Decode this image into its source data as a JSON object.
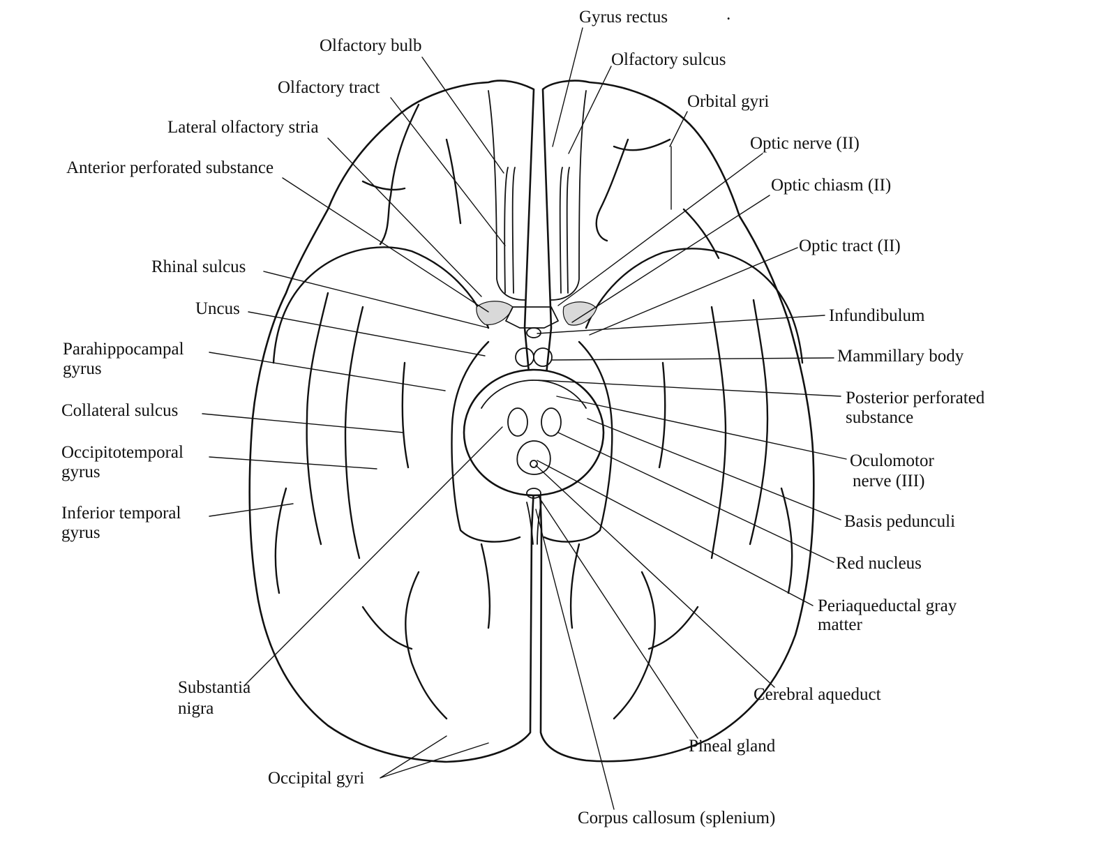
{
  "figure": {
    "stray_mark": "·"
  },
  "labels": {
    "gyrus_rectus": "Gyrus rectus",
    "olfactory_sulcus": "Olfactory sulcus",
    "olfactory_bulb": "Olfactory bulb",
    "olfactory_tract": "Olfactory tract",
    "orbital_gyri": "Orbital gyri",
    "lateral_olfactory_stria": "Lateral olfactory stria",
    "optic_nerve": "Optic nerve (II)",
    "anterior_perforated_substance": "Anterior perforated substance",
    "optic_chiasm": "Optic chiasm (II)",
    "optic_tract": "Optic tract (II)",
    "rhinal_sulcus": "Rhinal sulcus",
    "uncus": "Uncus",
    "infundibulum": "Infundibulum",
    "parahippocampal_1": "Parahippocampal",
    "parahippocampal_2": "gyrus",
    "mammillary_body": "Mammillary body",
    "posterior_perforated_1": "Posterior perforated",
    "posterior_perforated_2": "substance",
    "collateral_sulcus": "Collateral sulcus",
    "occipitotemporal_1": "Occipitotemporal",
    "occipitotemporal_2": "gyrus",
    "oculomotor_1": "Oculomotor",
    "oculomotor_2": "nerve (III)",
    "inferior_temporal_1": "Inferior temporal",
    "inferior_temporal_2": "gyrus",
    "basis_pedunculi": "Basis pedunculi",
    "red_nucleus": "Red nucleus",
    "periaqueductal_1": "Periaqueductal gray",
    "periaqueductal_2": "matter",
    "substantia_nigra_1": "Substantia",
    "substantia_nigra_2": "nigra",
    "cerebral_aqueduct": "Cerebral aqueduct",
    "pineal_gland": "Pineal gland",
    "occipital_gyri": "Occipital gyri",
    "corpus_callosum": "Corpus callosum (splenium)"
  }
}
